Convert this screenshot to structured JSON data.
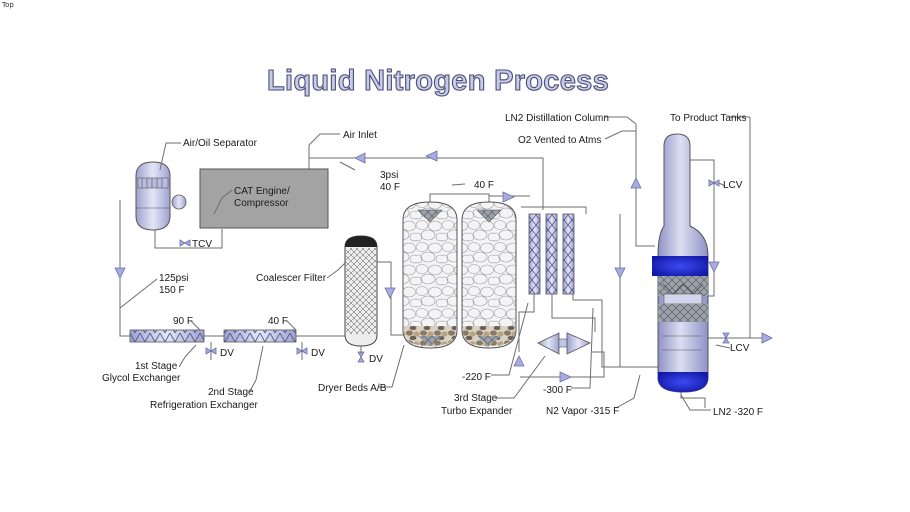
{
  "corner_label": "Top",
  "title": "Liquid Nitrogen Process",
  "labels": {
    "air_oil_separator": "Air/Oil Separator",
    "air_inlet": "Air Inlet",
    "cat_engine_1": "CAT Engine/",
    "cat_engine_2": "Compressor",
    "tcv": "TCV",
    "pressure_3psi": "3psi",
    "temp_40f_inlet": "40 F",
    "temp_40f_dryer": "40 F",
    "pressure_125psi": "125psi",
    "temp_150f": "150 F",
    "coalescer_filter": "Coalescer Filter",
    "temp_90f": "90 F",
    "temp_40f_refrig": "40 F",
    "dv_1": "DV",
    "dv_2": "DV",
    "dv_3": "DV",
    "glycol_1": "1st Stage",
    "glycol_2": "Glycol Exchanger",
    "refrig_1": "2nd Stage",
    "refrig_2": "Refrigeration Exchanger",
    "dryer_beds": "Dryer Beds A/B",
    "temp_minus220": "-220 F",
    "temp_minus300": "-300 F",
    "turbo_1": "3rd Stage",
    "turbo_2": "Turbo Expander",
    "n2_vapor": "N2 Vapor -315 F",
    "ln2_column": "LN2 Distillation Column",
    "o2_vented": "O2 Vented to Atms",
    "to_product_tanks": "To Product Tanks",
    "lcv_top": "LCV",
    "lcv_bottom": "LCV",
    "ln2_minus320": "LN2 -320 F"
  },
  "colors": {
    "vessel_fill": "#cdd0ea",
    "engine_fill": "#a3a3a3",
    "column_blue": "#1f2bd6",
    "arrow_fill": "#a9acdf",
    "line": "#6e6e6e"
  }
}
